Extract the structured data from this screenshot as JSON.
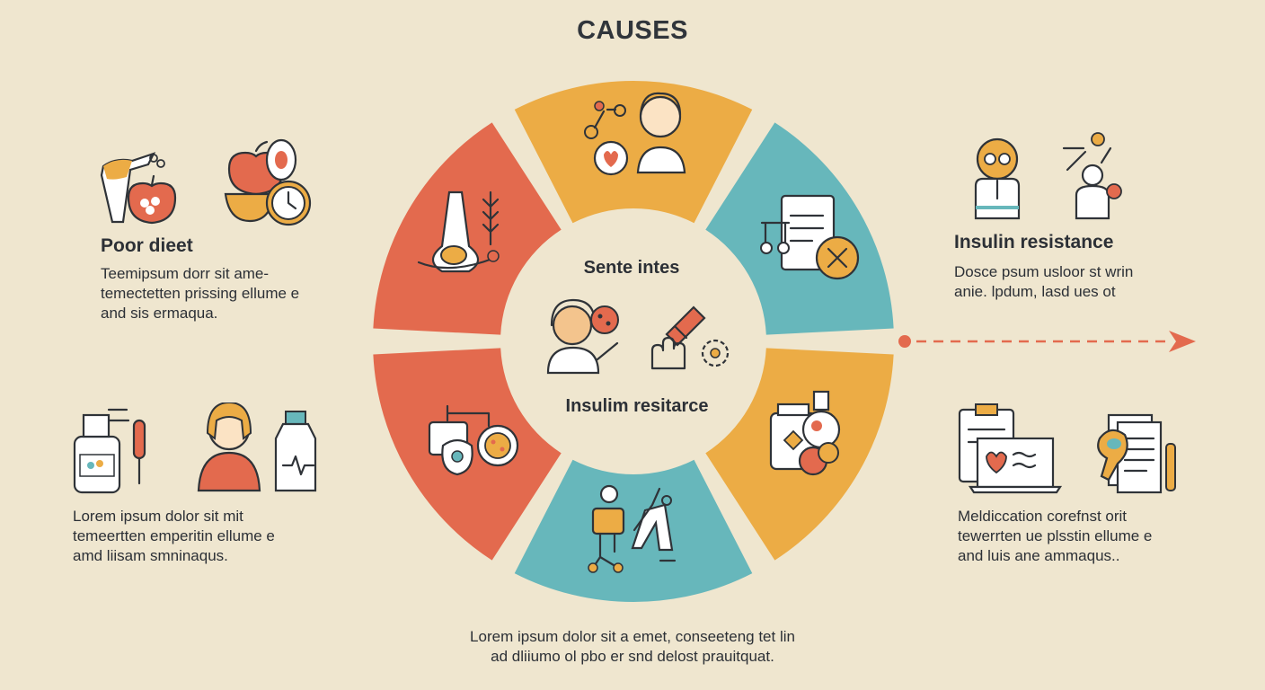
{
  "title": "CAUSES",
  "center": {
    "top_label": "Sente intes",
    "bottom_label": "Insulim resitarce"
  },
  "panels": {
    "top_left": {
      "heading": "Poor dieet",
      "text": "Teemipsum dorr sit ame-\ntemectetten prissing ellume e\nand sis ermaqua."
    },
    "bottom_left": {
      "text": "Lorem ipsum dolor sit mit\ntemeertten emperitin ellume e\namd liisam smninaqus."
    },
    "top_right": {
      "heading": "Insulin resistance",
      "text": "Dosce psum usloor st wrin\nanie. lpdum, lasd ues ot"
    },
    "bottom_right": {
      "text": "Meldiccation corefnst orit\ntewerrten ue plsstin ellume e\nand luis ane ammaqus.."
    }
  },
  "footer": "Lorem ipsum dolor sit a emet, conseeteng tet lin\nad dliiumo ol pbo er snd delost prauitquat.",
  "colors": {
    "background": "#efe6cf",
    "red": "#e36a4e",
    "yellow": "#ecac45",
    "teal": "#67b7bb",
    "text": "#2c3036"
  },
  "wheel_segments": [
    {
      "name": "top",
      "color": "yellow",
      "icon": "doctor-heart-icon"
    },
    {
      "name": "top-right",
      "color": "teal",
      "icon": "checklist-x-icon"
    },
    {
      "name": "bottom-right",
      "color": "yellow",
      "icon": "jar-bottle-icon"
    },
    {
      "name": "bottom",
      "color": "teal",
      "icon": "exercise-person-icon"
    },
    {
      "name": "bottom-left",
      "color": "red",
      "icon": "food-plate-icon"
    },
    {
      "name": "top-left",
      "color": "red",
      "icon": "lab-flask-icon"
    }
  ]
}
